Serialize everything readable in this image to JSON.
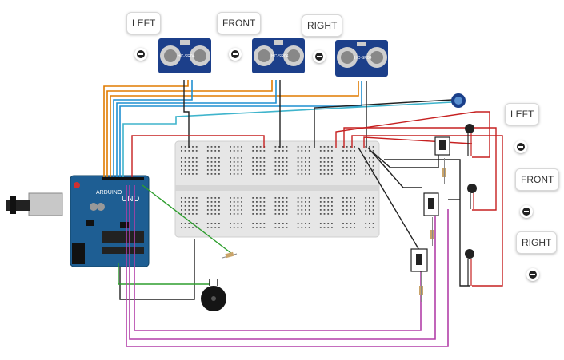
{
  "top_labels": {
    "left": "LEFT",
    "front": "FRONT",
    "right": "RIGHT"
  },
  "side_labels": {
    "left": "LEFT",
    "front": "FRONT",
    "right": "RIGHT"
  },
  "sensor_text": "HC-SR04",
  "arduino": {
    "model": "UNO",
    "brand": "ARDUINO"
  },
  "colors": {
    "orange": "#e07b00",
    "blue": "#1f8fd1",
    "cyan": "#3fb4cc",
    "black": "#222222",
    "red": "#c62020",
    "green": "#2e9e2e",
    "magenta": "#b23fa8",
    "board": "#1e5e93",
    "breadboard": "#e6e6e6"
  }
}
